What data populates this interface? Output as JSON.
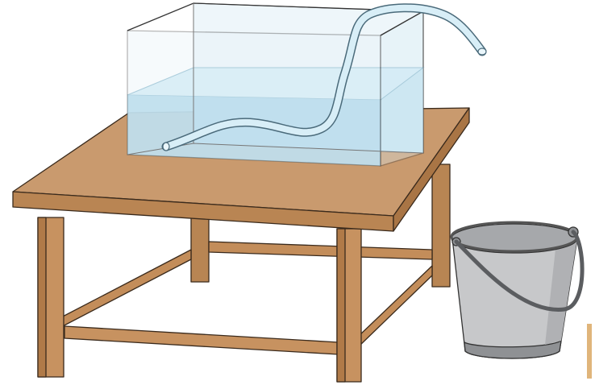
{
  "scene": {
    "objects": [
      "glass-tank",
      "water",
      "siphon-hose",
      "wooden-table",
      "metal-bucket"
    ],
    "colors": {
      "wood_top": "#c99a6e",
      "wood_edge": "#a97545",
      "wood_leg": "#c08a58",
      "water": "#b5dcec",
      "glass": "#e8f3f8",
      "hose": "#d5ecf6",
      "bucket": "#c7c8ca",
      "bucket_dark": "#8f9194",
      "outline": "#333333"
    }
  }
}
